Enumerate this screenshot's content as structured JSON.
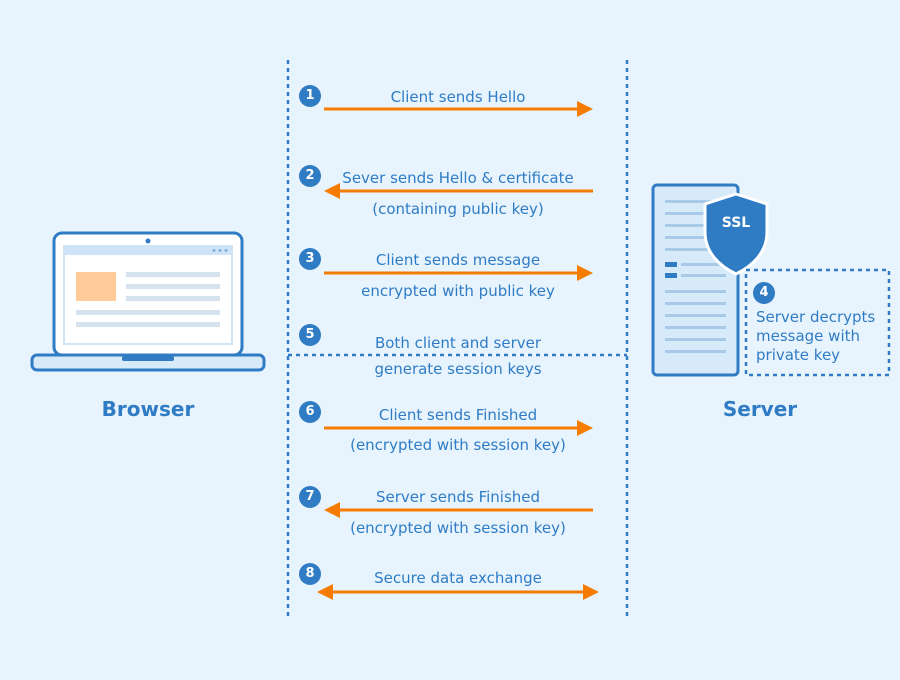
{
  "colors": {
    "background": "#e8f4fd",
    "primary": "#2f7cc5",
    "arrow": "#f57c00",
    "server_panel": "#d6eafa",
    "placeholder": "#ffcc99"
  },
  "icons": {
    "browser": "laptop-icon",
    "server": "server-icon",
    "ssl": "ssl-shield-icon"
  },
  "participants": {
    "browser": "Browser",
    "server": "Server"
  },
  "ssl_badge": "SSL",
  "steps": [
    {
      "num": "1",
      "direction": "to-server",
      "line1": "Client sends Hello",
      "line2": ""
    },
    {
      "num": "2",
      "direction": "to-browser",
      "line1": "Sever sends Hello & certificate",
      "line2": "(containing public key)"
    },
    {
      "num": "3",
      "direction": "to-server",
      "line1": "Client sends message",
      "line2": "encrypted with public key"
    },
    {
      "num": "5",
      "direction": "none",
      "line1": "Both client and server",
      "line2": "generate session keys"
    },
    {
      "num": "6",
      "direction": "to-server",
      "line1": "Client sends Finished",
      "line2": "(encrypted with session key)"
    },
    {
      "num": "7",
      "direction": "to-browser",
      "line1": "Server sends Finished",
      "line2": "(encrypted with session key)"
    },
    {
      "num": "8",
      "direction": "both",
      "line1": "Secure data exchange",
      "line2": ""
    }
  ],
  "server_note": {
    "num": "4",
    "line1": "Server decrypts",
    "line2": "message with",
    "line3": "private key"
  }
}
